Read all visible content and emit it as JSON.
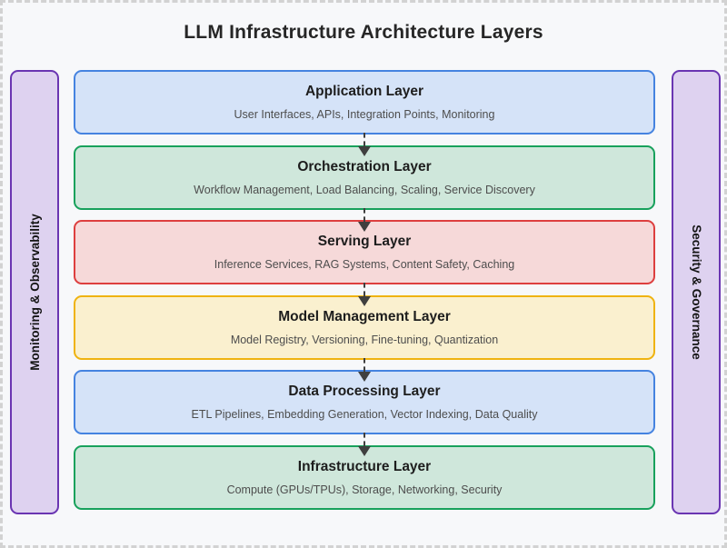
{
  "title": "LLM Infrastructure Architecture Layers",
  "canvas": {
    "background": "#f7f8fa",
    "dashed_border": "#d2d2d2",
    "arrow_color": "#3f3f3f"
  },
  "sidebar_left": {
    "label": "Monitoring & Observability",
    "fill": "#ded2f0",
    "border": "#6a35b2"
  },
  "sidebar_right": {
    "label": "Security & Governance",
    "fill": "#ded2f0",
    "border": "#6a35b2"
  },
  "layers": [
    {
      "id": "application",
      "title": "Application Layer",
      "subtitle": "User Interfaces, APIs, Integration Points, Monitoring",
      "fill": "#d5e3f8",
      "border": "#4583e0"
    },
    {
      "id": "orchestration",
      "title": "Orchestration Layer",
      "subtitle": "Workflow Management, Load Balancing, Scaling, Service Discovery",
      "fill": "#cfe7db",
      "border": "#18a15c"
    },
    {
      "id": "serving",
      "title": "Serving Layer",
      "subtitle": "Inference Services, RAG Systems, Content Safety, Caching",
      "fill": "#f6d9d9",
      "border": "#dd3f3f"
    },
    {
      "id": "model-management",
      "title": "Model Management Layer",
      "subtitle": "Model Registry, Versioning, Fine-tuning, Quantization",
      "fill": "#faf0cf",
      "border": "#efb310"
    },
    {
      "id": "data-processing",
      "title": "Data Processing Layer",
      "subtitle": "ETL Pipelines, Embedding Generation, Vector Indexing, Data Quality",
      "fill": "#d5e3f8",
      "border": "#4583e0"
    },
    {
      "id": "infrastructure",
      "title": "Infrastructure Layer",
      "subtitle": "Compute (GPUs/TPUs), Storage, Networking, Security",
      "fill": "#cfe7db",
      "border": "#18a15c"
    }
  ]
}
